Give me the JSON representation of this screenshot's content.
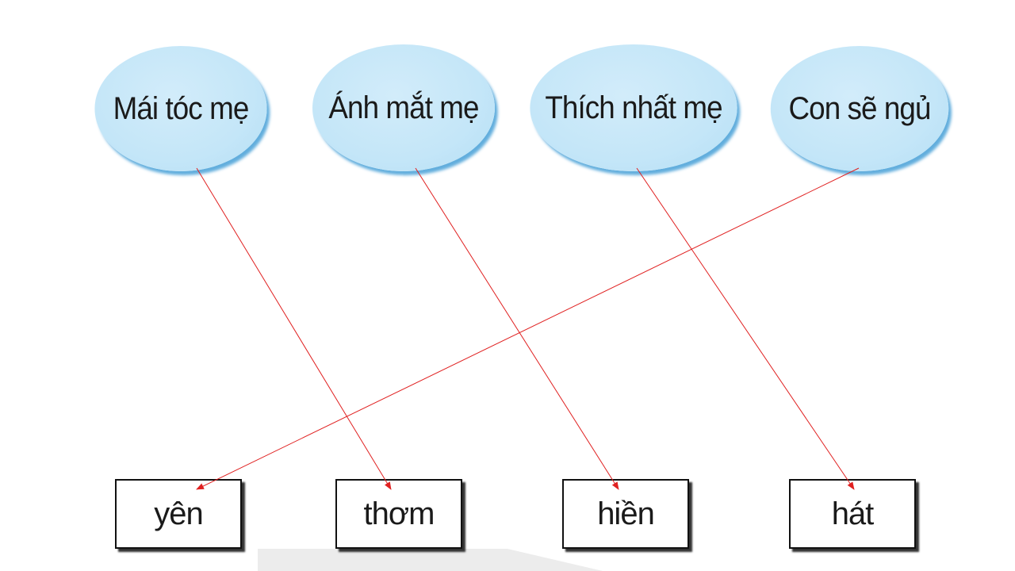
{
  "left_items": [
    {
      "label": "Mái tóc mẹ"
    },
    {
      "label": "Ánh mắt mẹ"
    },
    {
      "label": "Thích nhất mẹ"
    },
    {
      "label": "Con sẽ ngủ"
    }
  ],
  "right_items": [
    {
      "label": "yên"
    },
    {
      "label": "thơm"
    },
    {
      "label": "hiền"
    },
    {
      "label": "hát"
    }
  ],
  "connections": [
    {
      "from": "Mái tóc mẹ",
      "to": "thơm"
    },
    {
      "from": "Ánh mắt mẹ",
      "to": "hiền"
    },
    {
      "from": "Thích nhất mẹ",
      "to": "hát"
    },
    {
      "from": "Con sẽ ngủ",
      "to": "yên"
    }
  ],
  "colors": {
    "line": "#e02020",
    "oval": "#c4e6f8"
  }
}
